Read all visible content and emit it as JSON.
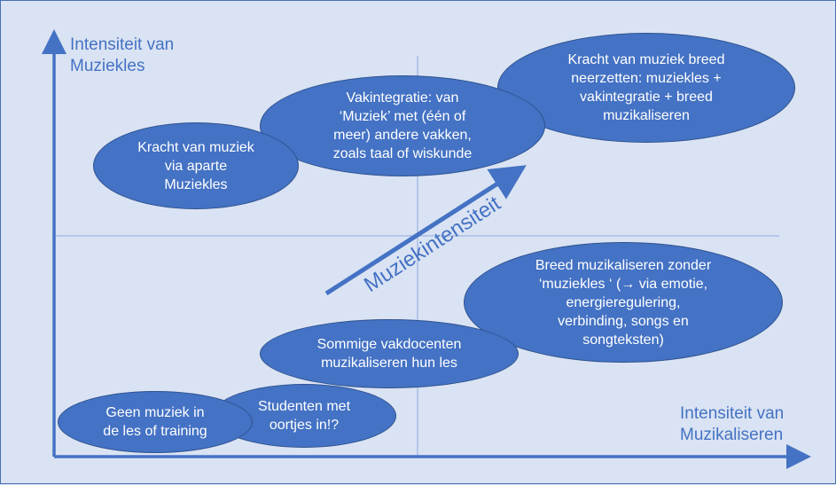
{
  "axes": {
    "y_label": [
      "Intensiteit van",
      "Muziekles"
    ],
    "x_label": [
      "Intensiteit van",
      "Muzikaliseren"
    ]
  },
  "trend": {
    "label": "Muziekintensiteit"
  },
  "stages": [
    {
      "id": "kracht-muziek-breed",
      "lines": [
        "Kracht van muziek breed",
        "neerzetten: muziekles +",
        "vakintegratie + breed",
        "muzikaliseren"
      ]
    },
    {
      "id": "vakintegratie",
      "lines": [
        "Vakintegratie: van",
        "‘Muziek’ met (één of",
        "meer) andere vakken,",
        "zoals taal of wiskunde"
      ]
    },
    {
      "id": "aparte-muziekles",
      "lines": [
        "Kracht van muziek",
        "via aparte",
        "Muziekles"
      ]
    },
    {
      "id": "breed-muzikaliseren",
      "lines": [
        "Breed muzikaliseren zonder",
        "‘muziekles ‘ (→ via emotie,",
        "energieregulering,",
        "verbinding, songs en",
        "songteksten)"
      ]
    },
    {
      "id": "vakdocenten",
      "lines": [
        "Sommige vakdocenten",
        "muzikaliseren hun les"
      ]
    },
    {
      "id": "oortjes",
      "lines": [
        "Studenten met",
        "oortjes in!?"
      ]
    },
    {
      "id": "geen-muziek",
      "lines": [
        "Geen muziek in",
        "de les of training"
      ]
    }
  ],
  "colors": {
    "background": "#dae3f3",
    "ellipse_fill": "#4472c4",
    "ellipse_border": "#2f528f",
    "axis": "#4472c4",
    "divider": "#8faadc",
    "ellipse_text": "#ffffff"
  }
}
